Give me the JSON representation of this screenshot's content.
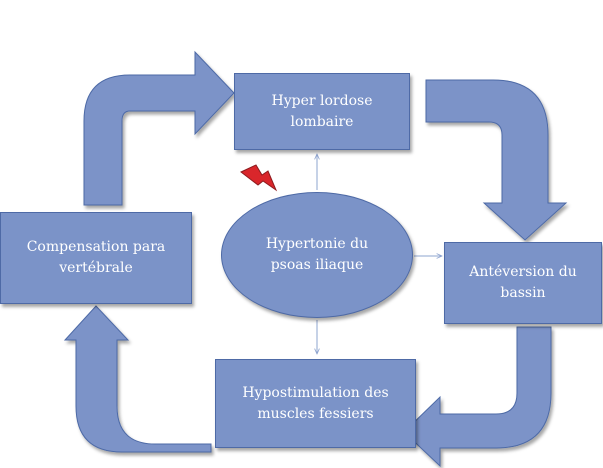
{
  "diagram": {
    "center": {
      "line1": "Hypertonie du",
      "line2": "psoas iliaque"
    },
    "top": {
      "line1": "Hyper lordose",
      "line2": "lombaire"
    },
    "right": {
      "line1": "Antéversion du",
      "line2": "bassin"
    },
    "bottom": {
      "line1": "Hypostimulation des",
      "line2": "muscles fessiers"
    },
    "left": {
      "line1": "Compensation para",
      "line2": "vertébrale"
    }
  },
  "colors": {
    "shape_fill": "#7b93c8",
    "shape_border": "#4e6aa6",
    "connector": "#8ea4cf",
    "lightning_fill": "#d9262b",
    "lightning_stroke": "#8e1b1e",
    "text": "#ffffff"
  }
}
